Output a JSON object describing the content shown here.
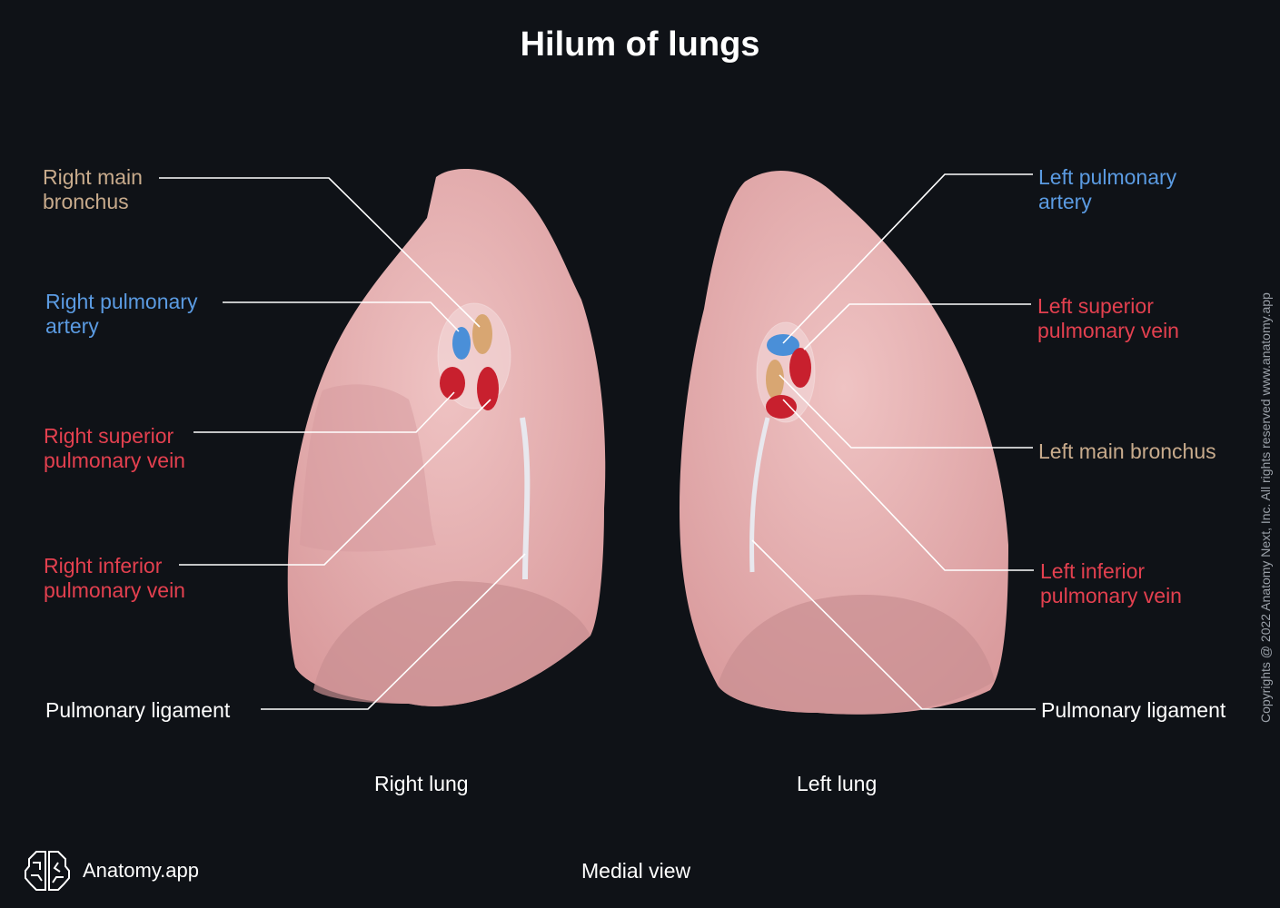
{
  "title": "Hilum of lungs",
  "labels": {
    "right_main_bronchus": [
      "Right main",
      "bronchus"
    ],
    "right_pulmonary_artery": [
      "Right pulmonary",
      "artery"
    ],
    "right_superior_pulmonary_vein": [
      "Right superior",
      "pulmonary vein"
    ],
    "right_inferior_pulmonary_vein": [
      "Right inferior",
      "pulmonary vein"
    ],
    "right_pulmonary_ligament": "Pulmonary ligament",
    "left_pulmonary_artery": [
      "Left pulmonary",
      "artery"
    ],
    "left_superior_pulmonary_vein": [
      "Left superior",
      "pulmonary vein"
    ],
    "left_main_bronchus": "Left main bronchus",
    "left_inferior_pulmonary_vein": [
      "Left inferior",
      "pulmonary vein"
    ],
    "left_pulmonary_ligament": "Pulmonary ligament"
  },
  "captions": {
    "right_lung": "Right lung",
    "left_lung": "Left lung",
    "view": "Medial view"
  },
  "brand": {
    "name": "Anatomy.app",
    "icon": "brain-icon"
  },
  "copyright": "Copyrights @ 2022 Anatomy Next, Inc. All rights reserved www.anatomy.app",
  "colors": {
    "background": "#0f1217",
    "bronchus": "#c8ab8c",
    "artery": "#5b9be2",
    "vein": "#e3404f",
    "lung": "#e8b4b4"
  }
}
